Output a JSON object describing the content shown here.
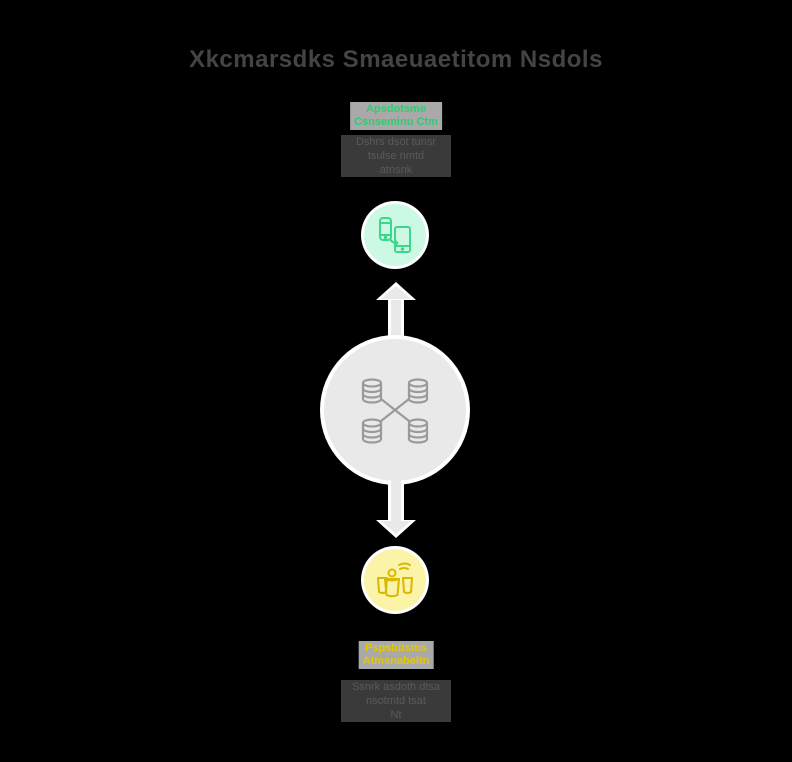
{
  "diagram": {
    "title": "Xkcmarsdks Smaeuaetitom Nsdols",
    "top_node": {
      "label_lines": [
        "Apsdotsme",
        "Csnseminu Ctm"
      ],
      "label_color": "#2ecc71",
      "description_lines": [
        "Dshrs dsot tunsr",
        "tsulse nmtd",
        "atnsnk"
      ],
      "icon": "mobile-devices-sync-icon",
      "icon_color": "#3dd68c",
      "circle_color": "#ccf9e3"
    },
    "center_node": {
      "icon": "distributed-databases-icon",
      "icon_color": "#9a9a9a",
      "circle_color": "#e9e9e9"
    },
    "bottom_node": {
      "label_lines": [
        "Pspsbitsms",
        "Atmsnabeltn"
      ],
      "label_color": "#e6c800",
      "description_lines": [
        "Ssnrk asdoth dtsa",
        "nsotmtd tsat",
        "Nt"
      ],
      "icon": "people-data-buckets-icon",
      "icon_color": "#d9b800",
      "circle_color": "#fbf3a8"
    },
    "connectors": [
      {
        "from": "center_node",
        "to": "top_node",
        "direction": "up"
      },
      {
        "from": "center_node",
        "to": "bottom_node",
        "direction": "down"
      }
    ]
  }
}
